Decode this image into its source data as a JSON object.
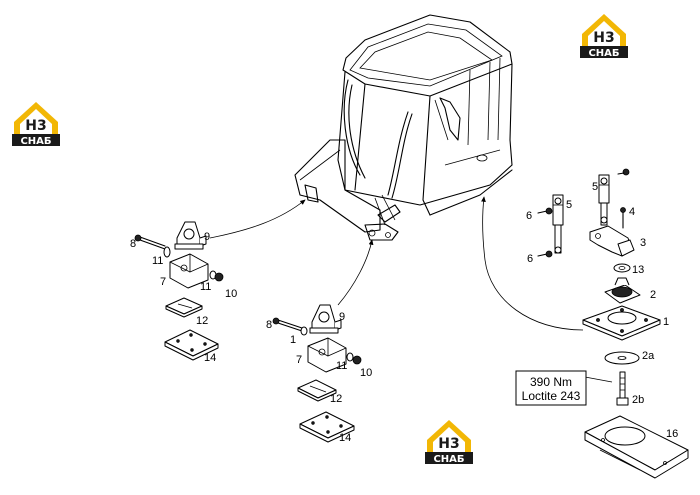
{
  "callout": {
    "torque": "390 Nm",
    "adhesive": "Loctite 243"
  },
  "logo": {
    "mark": "H3",
    "text": "СНАБ",
    "color_yellow": "#f2b705",
    "color_dark": "#1a1a1a"
  },
  "labels": {
    "l1": "1",
    "l2": "2",
    "l2a": "2a",
    "l2b": "2b",
    "l3": "3",
    "l4": "4",
    "l5a": "5",
    "l5b": "5",
    "l6a": "6",
    "l6b": "6",
    "l13": "13",
    "l16": "16",
    "a7": "7",
    "a8": "8",
    "a9": "9",
    "a10": "10",
    "a11a": "11",
    "a11b": "11",
    "a12": "12",
    "a14": "14",
    "b1": "1",
    "b7": "7",
    "b8": "8",
    "b9": "9",
    "b10": "10",
    "b11": "11",
    "b12": "12",
    "b14": "14"
  }
}
